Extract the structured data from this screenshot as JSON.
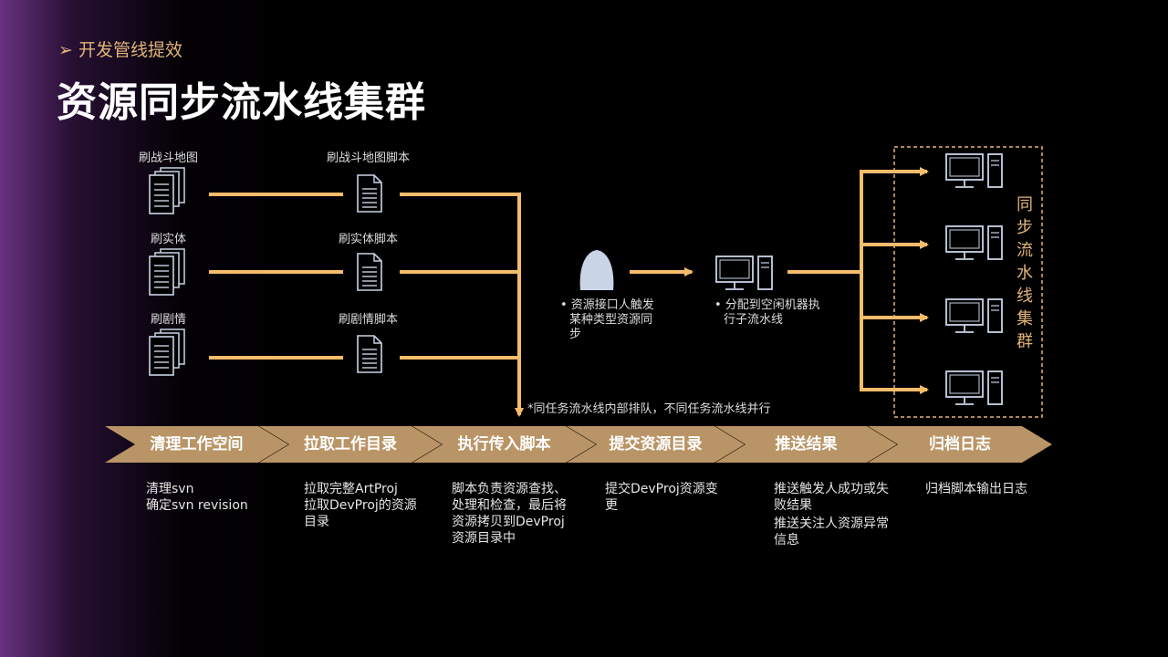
{
  "header": {
    "subtitle": "➢ 开发管线提效",
    "title": "资源同步流水线集群"
  },
  "inputs": [
    {
      "label": "刷战斗地图",
      "script": "刷战斗地图脚本"
    },
    {
      "label": "刷实体",
      "script": "刷实体脚本"
    },
    {
      "label": "刷剧情",
      "script": "刷剧情脚本"
    }
  ],
  "trigger_note": [
    "• 资源接口人触发",
    "某种类型资源同",
    "步"
  ],
  "assign_note": [
    "• 分配到空闲机器执",
    "行子流水线"
  ],
  "cluster_label": "同\n步\n流\n水\n线\n集\n群",
  "queue_note": "*同任务流水线内部排队，不同任务流水线并行",
  "stages": [
    {
      "label": "清理工作空间",
      "desc": [
        "清理svn",
        "确定svn revision"
      ]
    },
    {
      "label": "拉取工作目录",
      "desc": [
        "拉取完整ArtProj",
        "拉取DevProj的资源",
        "目录"
      ]
    },
    {
      "label": "执行传入脚本",
      "desc": [
        "脚本负责资源查找、",
        "处理和检查，最后将",
        "资源拷贝到DevProj",
        "资源目录中"
      ]
    },
    {
      "label": "提交资源目录",
      "desc": [
        "提交DevProj资源变",
        "更"
      ]
    },
    {
      "label": "推送结果",
      "desc": [
        "推送触发人成功或失",
        "败结果",
        "推送关注人资源异常",
        "信息"
      ]
    },
    {
      "label": "归档日志",
      "desc": [
        "归档脚本输出日志"
      ]
    }
  ],
  "colors": {
    "accent": "#e2b47a",
    "stage_fill": "#b99466",
    "line": "#f5bc6a",
    "icon_stroke": "#c9d4e6"
  },
  "icons": {
    "input_docs": "document-stack-icon",
    "script": "document-icon",
    "trigger_user": "user-icon",
    "machine": "computer-icon"
  }
}
